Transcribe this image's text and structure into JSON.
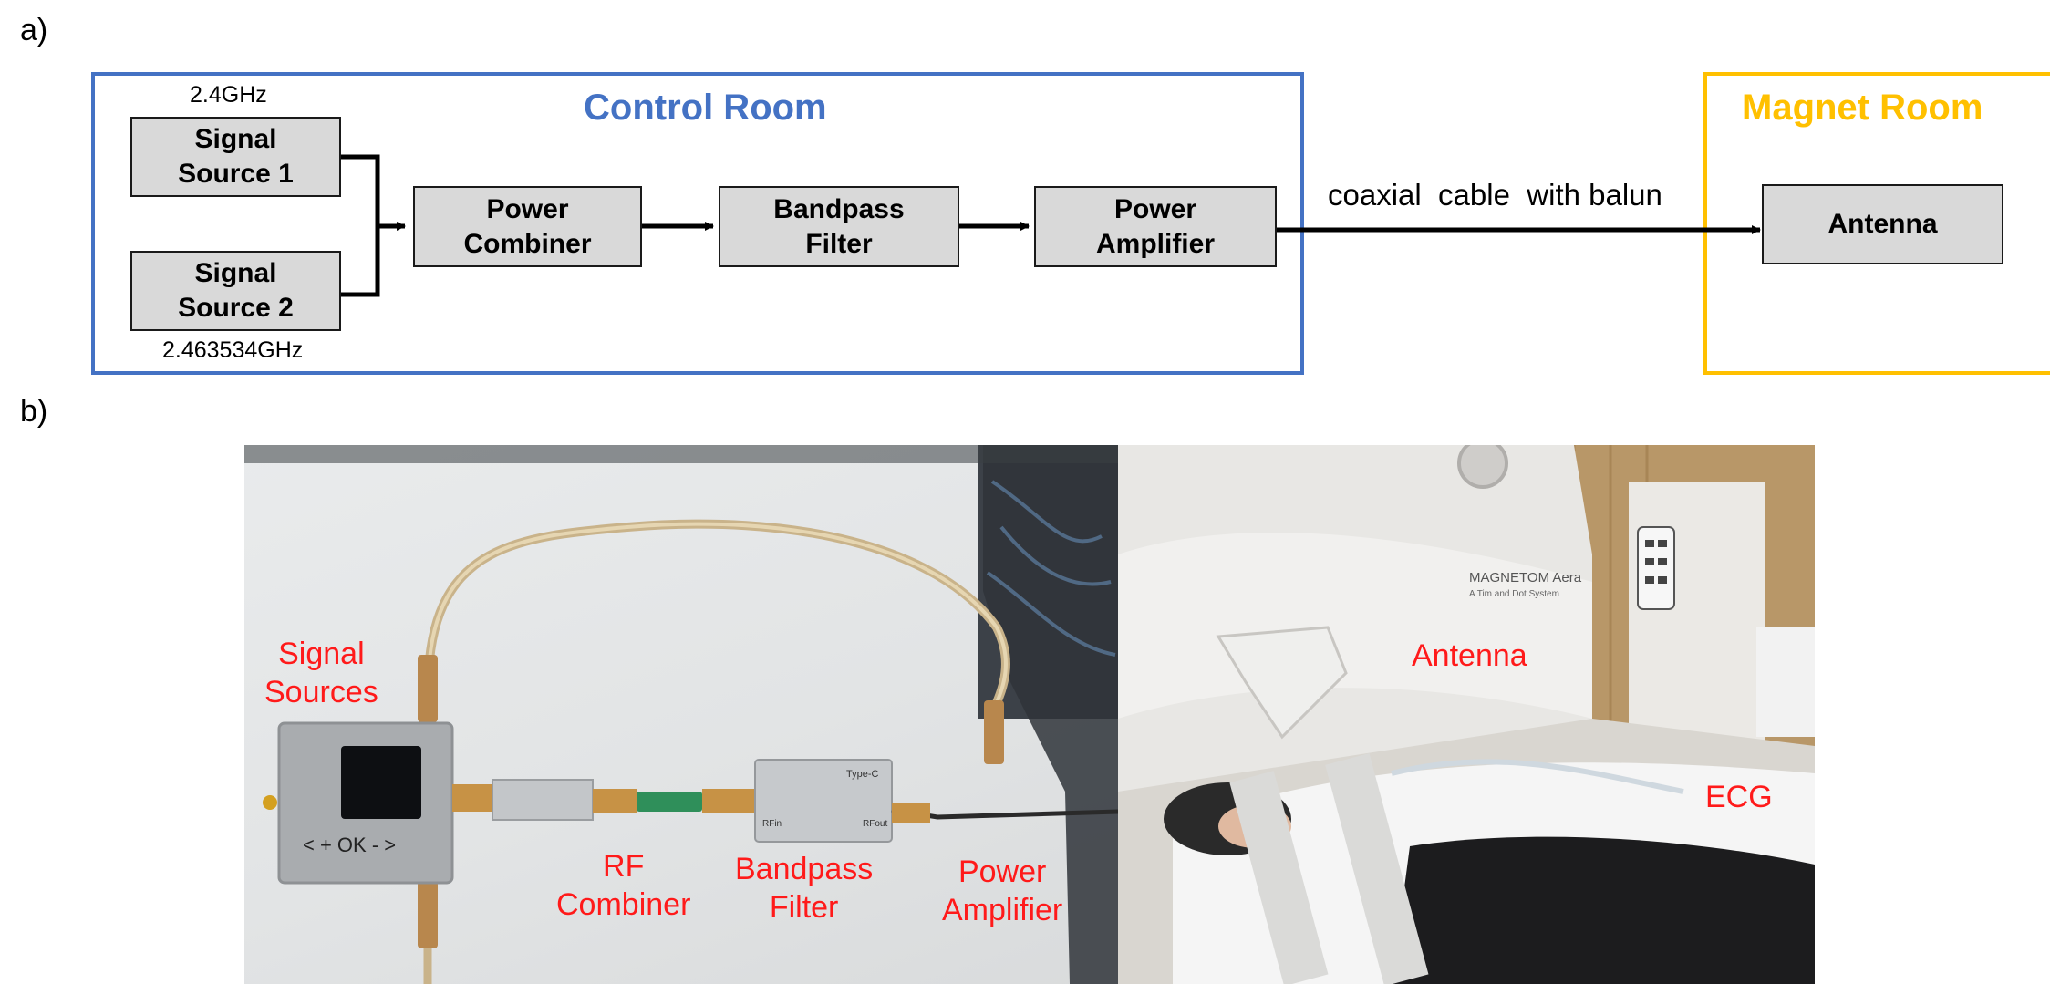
{
  "panel_a": {
    "label": "a)",
    "control_room": {
      "title": "Control Room",
      "color": "#4472c4"
    },
    "magnet_room": {
      "title": "Magnet Room",
      "color": "#ffc000"
    },
    "freq_1": "2.4GHz",
    "freq_2": "2.463534GHz",
    "blocks": {
      "signal_source_1": "Signal\nSource 1",
      "signal_source_2": "Signal\nSource 2",
      "power_combiner": "Power\nCombiner",
      "bandpass_filter": "Bandpass\nFilter",
      "power_amplifier": "Power\nAmplifier",
      "antenna": "Antenna"
    },
    "cable_label": "coaxial  cable  with balun"
  },
  "panel_b": {
    "label": "b)",
    "bench_labels": {
      "signal_sources": "Signal\nSources",
      "rf_combiner": "RF\nCombiner",
      "bandpass_filter": "Bandpass\nFilter",
      "power_amplifier": "Power\nAmplifier"
    },
    "scanner_labels": {
      "antenna": "Antenna",
      "ecg": "ECG"
    },
    "scanner_brand": "MAGNETOM Aera",
    "scanner_sub": "A Tim and Dot System",
    "device_buttons": "<  +  OK  -  >",
    "amp_port_in": "RFin",
    "amp_port_out": "RFout",
    "amp_typec": "Type-C",
    "label_color": "#ff1a1a"
  }
}
